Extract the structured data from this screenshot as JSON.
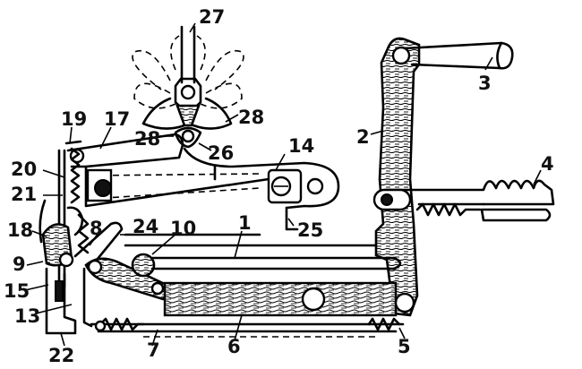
{
  "figure": {
    "labels": [
      {
        "id": "27",
        "text": "27"
      },
      {
        "id": "3",
        "text": "3"
      },
      {
        "id": "28a",
        "text": "28"
      },
      {
        "id": "2",
        "text": "2"
      },
      {
        "id": "19",
        "text": "19"
      },
      {
        "id": "17",
        "text": "17"
      },
      {
        "id": "28b",
        "text": "28"
      },
      {
        "id": "26",
        "text": "26"
      },
      {
        "id": "14",
        "text": "14"
      },
      {
        "id": "4",
        "text": "4"
      },
      {
        "id": "20",
        "text": "20"
      },
      {
        "id": "21",
        "text": "21"
      },
      {
        "id": "25",
        "text": "25"
      },
      {
        "id": "18",
        "text": "18"
      },
      {
        "id": "8",
        "text": "8"
      },
      {
        "id": "24",
        "text": "24"
      },
      {
        "id": "10",
        "text": "10"
      },
      {
        "id": "1",
        "text": "1"
      },
      {
        "id": "9",
        "text": "9"
      },
      {
        "id": "15",
        "text": "15"
      },
      {
        "id": "13",
        "text": "13"
      },
      {
        "id": "7",
        "text": "7"
      },
      {
        "id": "6",
        "text": "6"
      },
      {
        "id": "5",
        "text": "5"
      },
      {
        "id": "22",
        "text": "22"
      }
    ]
  }
}
